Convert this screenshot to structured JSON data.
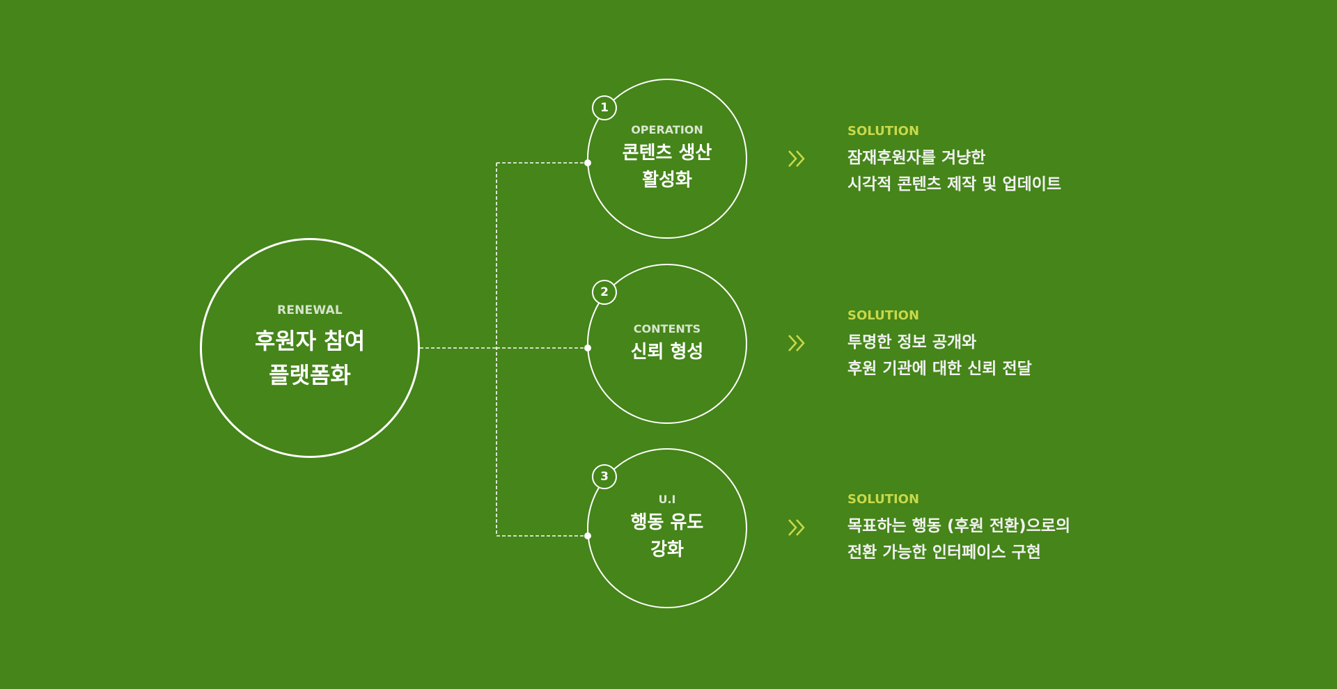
{
  "colors": {
    "background": "#458519",
    "line": "#ffffff",
    "accent": "#c9d84a"
  },
  "center": {
    "eyebrow": "RENEWAL",
    "title_lines": [
      "후원자 참여",
      "플랫폼화"
    ]
  },
  "items": [
    {
      "number": "1",
      "eyebrow": "OPERATION",
      "title_lines": [
        "콘텐츠 생산",
        "활성화"
      ],
      "solution_label": "SOLUTION",
      "solution_lines": [
        "잠재후원자를 겨냥한",
        "시각적 콘텐츠 제작 및 업데이트"
      ],
      "arrow_icon": "double-chevron-right-icon"
    },
    {
      "number": "2",
      "eyebrow": "CONTENTS",
      "title_lines": [
        "신뢰 형성"
      ],
      "solution_label": "SOLUTION",
      "solution_lines": [
        "투명한 정보 공개와",
        "후원 기관에 대한 신뢰 전달"
      ],
      "arrow_icon": "double-chevron-right-icon"
    },
    {
      "number": "3",
      "eyebrow": "U.I",
      "title_lines": [
        "행동 유도",
        "강화"
      ],
      "solution_label": "SOLUTION",
      "solution_lines": [
        "목표하는 행동 (후원 전환)으로의",
        "전환 가능한 인터페이스 구현"
      ],
      "arrow_icon": "double-chevron-right-icon"
    }
  ]
}
